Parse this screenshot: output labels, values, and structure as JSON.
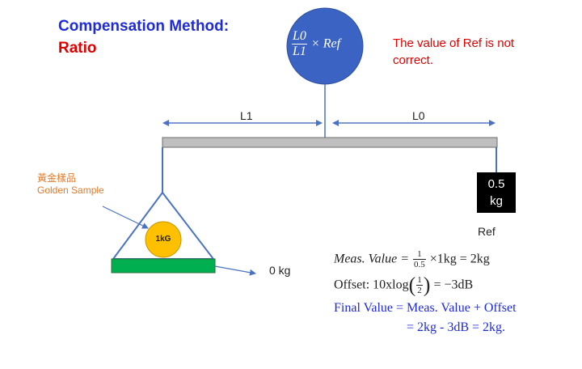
{
  "title": {
    "line1": "Compensation Method:",
    "line2": "Ratio"
  },
  "note": "The value of Ref is not correct.",
  "circle": {
    "num": "L0",
    "den": "L1",
    "rest": "× Ref"
  },
  "lever": {
    "left_label": "L1",
    "right_label": "L0"
  },
  "golden_sample": {
    "label_zh": "黃金樣品",
    "label_en": "Golden Sample",
    "ball": "1kG"
  },
  "scale_reading": "0 kg",
  "ref_weight": {
    "value": "0.5",
    "unit": "kg",
    "label": "Ref"
  },
  "equations": {
    "meas_prefix": "Meas. Value =",
    "meas_num": "1",
    "meas_den": "0.5",
    "meas_rest": "×1kg = 2kg",
    "offset_prefix": "Offset: 10xlog",
    "offset_num": "1",
    "offset_den": "2",
    "offset_rest": "= −3dB",
    "final_line1": "Final Value = Meas. Value + Offset",
    "final_line2": "= 2kg - 3dB = 2kg."
  },
  "colors": {
    "circle": "#3a63c4",
    "line": "#4a72c4",
    "bar": "#bfbfbf",
    "ball": "#ffc000",
    "base": "#00b050",
    "title_blue": "#1f2bd6",
    "red": "#e00000",
    "orange": "#e07a2a"
  }
}
